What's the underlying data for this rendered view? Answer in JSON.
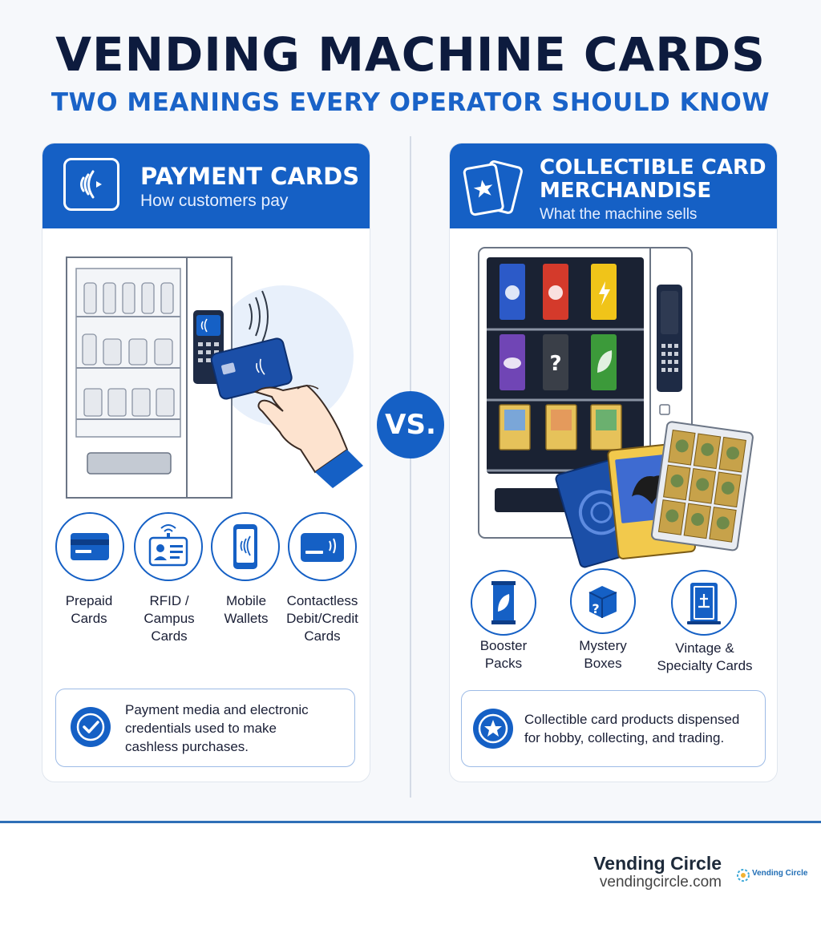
{
  "title": "VENDING MACHINE CARDS",
  "subtitle": "TWO MEANINGS EVERY OPERATOR SHOULD KNOW",
  "vs_label": "VS.",
  "colors": {
    "primary": "#1560c5",
    "navy": "#0d1b3e",
    "background": "#f6f8fb"
  },
  "left_panel": {
    "title": "PAYMENT CARDS",
    "subtitle": "How customers pay",
    "icon": "contactless-icon",
    "features": [
      {
        "icon": "prepaid-card-icon",
        "label_lines": [
          "Prepaid",
          "Cards"
        ]
      },
      {
        "icon": "id-badge-icon",
        "label_lines": [
          "RFID /",
          "Campus",
          "Cards"
        ]
      },
      {
        "icon": "mobile-wallet-icon",
        "label_lines": [
          "Mobile",
          "Wallets"
        ]
      },
      {
        "icon": "contactless-card-icon",
        "label_lines": [
          "Contactless",
          "Debit/Credit",
          "Cards"
        ]
      }
    ],
    "note_lines": [
      "Payment media and electronic",
      "credentials used to make",
      "cashless purchases."
    ],
    "note_icon": "checkmark-icon"
  },
  "right_panel": {
    "title_lines": [
      "COLLECTIBLE CARD",
      "MERCHANDISE"
    ],
    "subtitle": "What the machine sells",
    "icon": "trading-cards-icon",
    "features": [
      {
        "icon": "booster-pack-icon",
        "label_lines": [
          "Booster",
          "Packs"
        ]
      },
      {
        "icon": "mystery-box-icon",
        "label_lines": [
          "Mystery",
          "Boxes"
        ]
      },
      {
        "icon": "specialty-card-icon",
        "label_lines": [
          "Vintage &",
          "Specialty Cards"
        ]
      }
    ],
    "note_lines": [
      "Collectible card products dispensed",
      "for hobby, collecting, and trading."
    ],
    "note_icon": "star-icon"
  },
  "footer": {
    "brand_name": "Vending Circle",
    "brand_url": "vendingcircle.com",
    "logo_text": "Vending Circle"
  }
}
